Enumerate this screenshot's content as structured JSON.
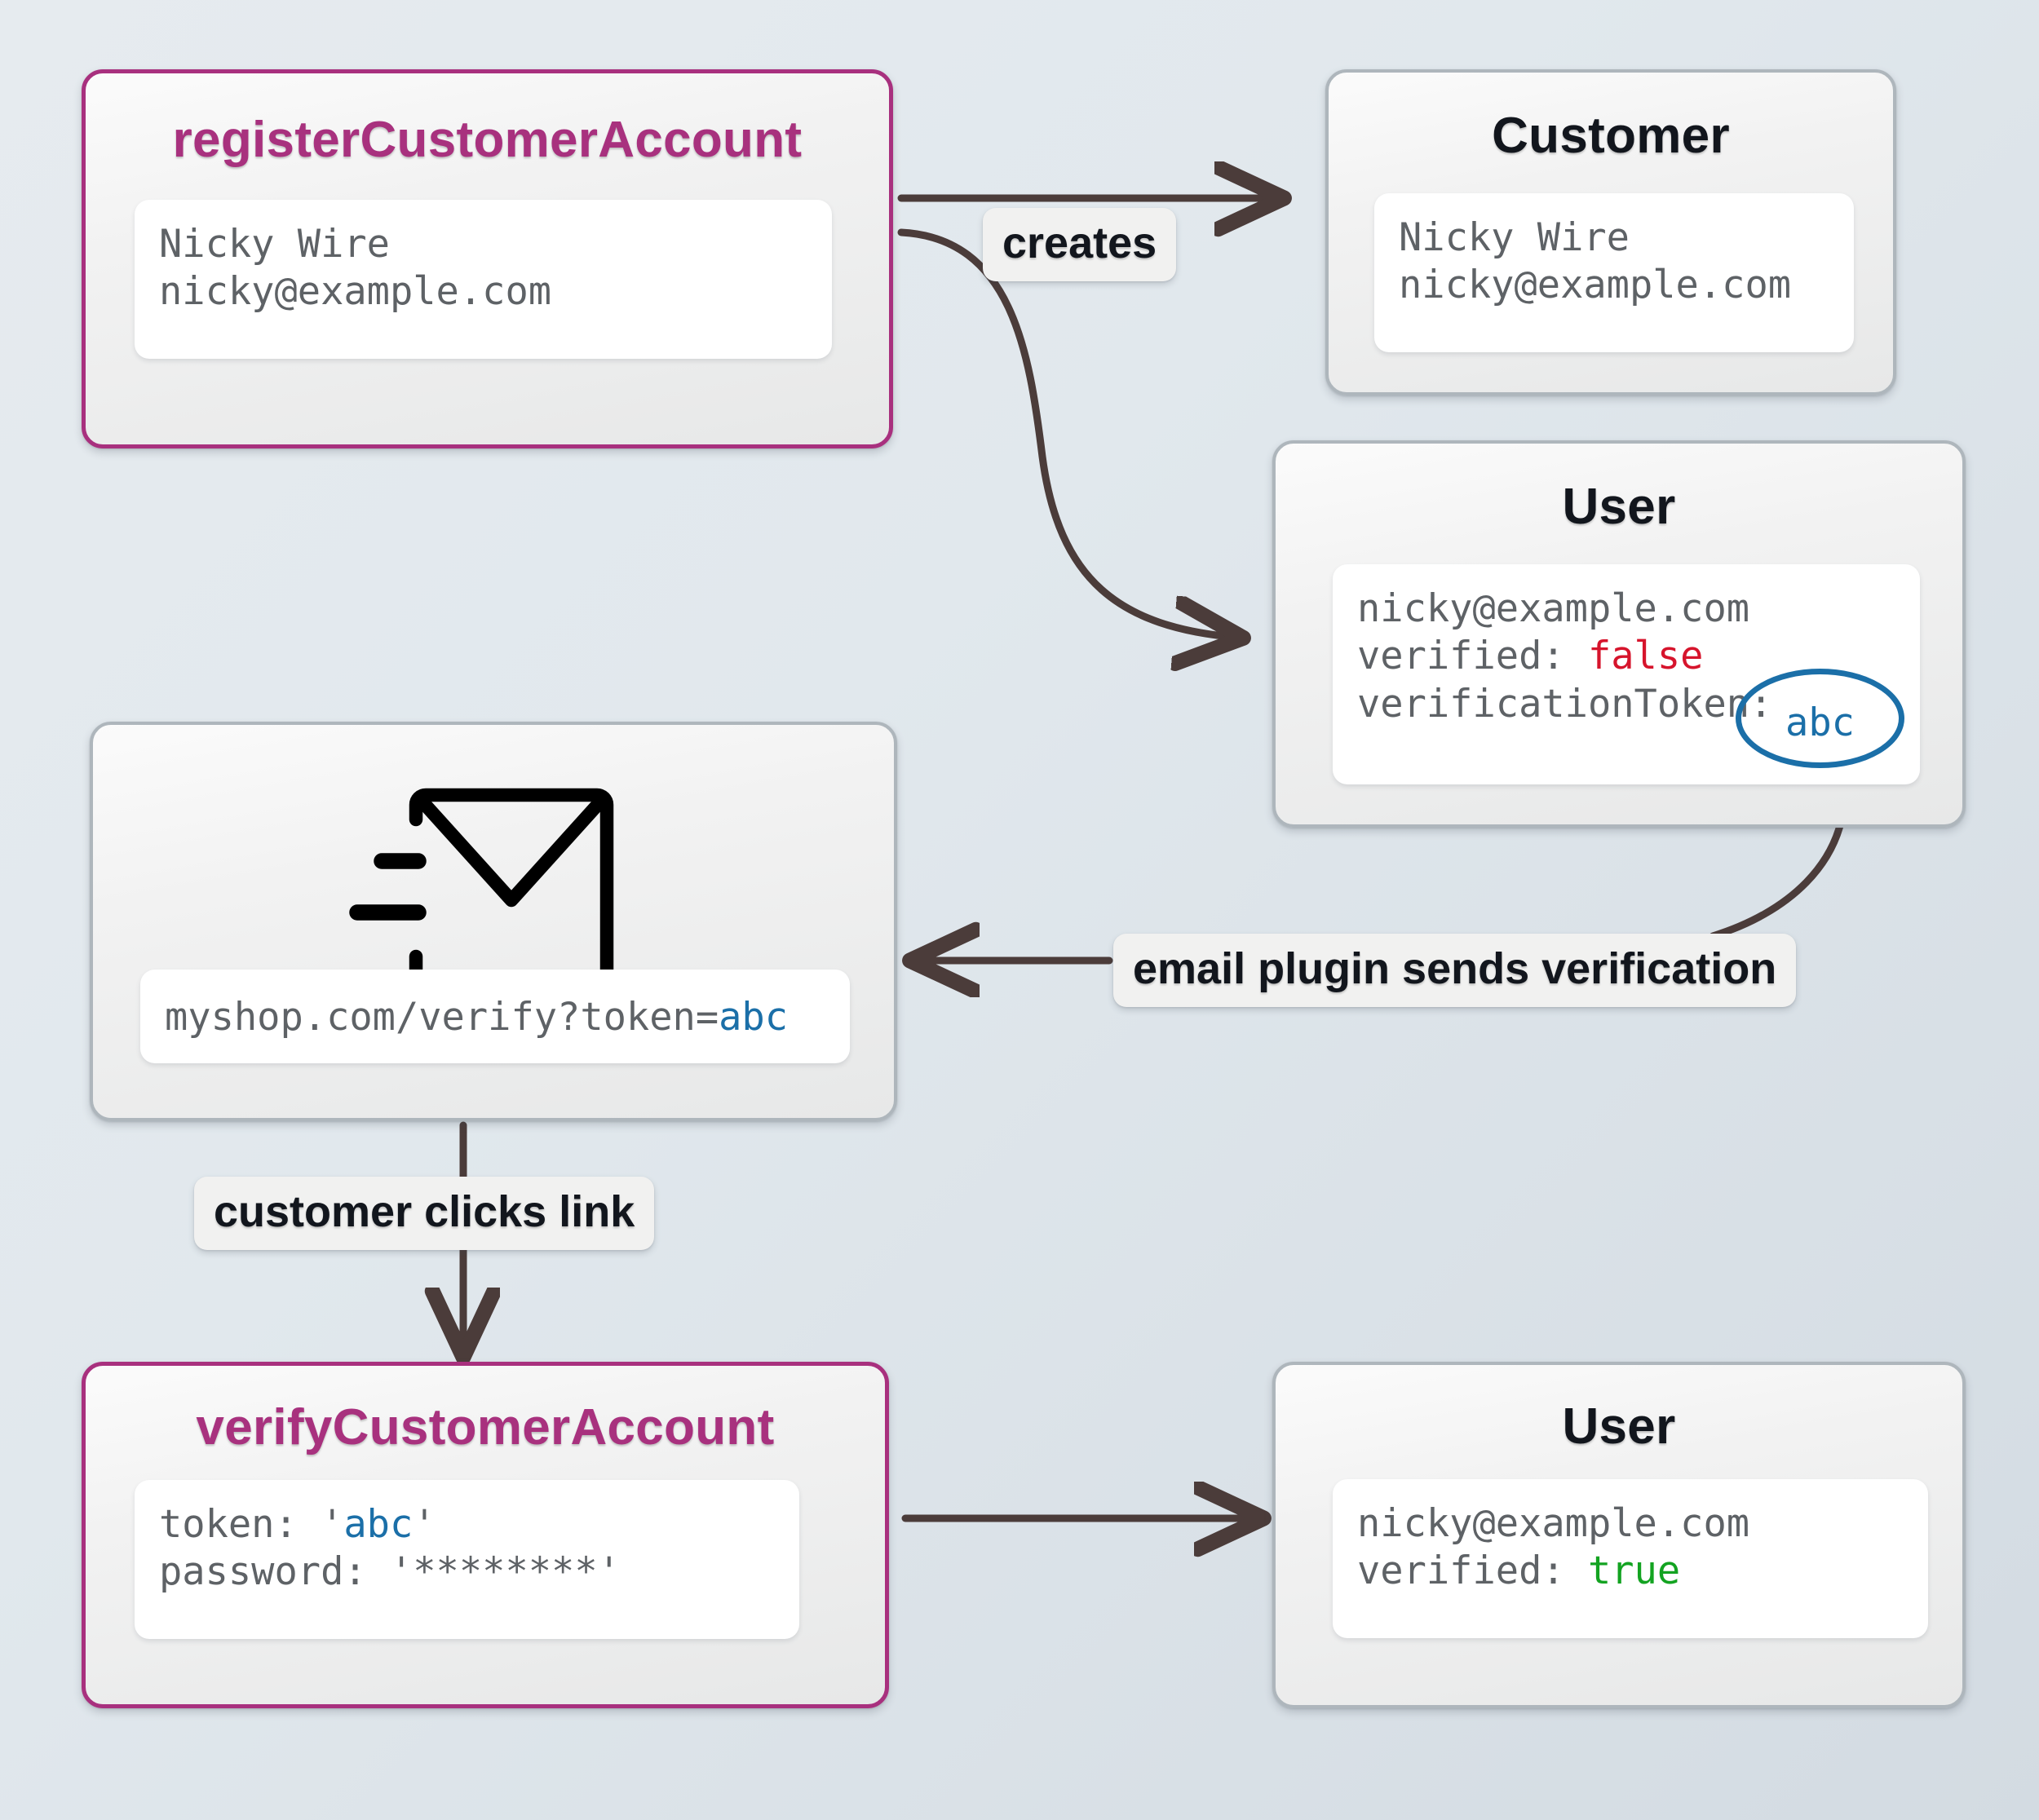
{
  "diagram": {
    "title": "customer account verification flow",
    "colors": {
      "accent_magenta": "#a8307e",
      "edge": "#4b3c3a",
      "token_blue": "#1b6fa8",
      "false_red": "#d6142c",
      "true_green": "#13a321",
      "node_border_gray": "#aeb6bc",
      "background": "#e1e8ed"
    }
  },
  "nodes": {
    "register": {
      "title": "registerCustomerAccount",
      "lines": [
        "Nicky Wire",
        "nicky@example.com"
      ]
    },
    "customer": {
      "title": "Customer",
      "lines": [
        "Nicky Wire",
        "nicky@example.com"
      ]
    },
    "user_unverified": {
      "title": "User",
      "email": "nicky@example.com",
      "verified_key": "verified: ",
      "verified_value": "false",
      "token_key": "verificationToken:",
      "token_value": "abc"
    },
    "email": {
      "icon": "envelope-send-icon",
      "url_prefix": "myshop.com/verify?token=",
      "url_token": "abc"
    },
    "verify": {
      "title": "verifyCustomerAccount",
      "token_key": "token: ",
      "token_quote_open": "'",
      "token_value": "abc",
      "token_quote_close": "'",
      "password_line": "password: '********'"
    },
    "user_verified": {
      "title": "User",
      "email": "nicky@example.com",
      "verified_key": "verified: ",
      "verified_value": "true"
    }
  },
  "edges": [
    {
      "id": "creates",
      "label": "creates",
      "from": "register",
      "to": "customer"
    },
    {
      "id": "creates-user",
      "label": "",
      "from": "register",
      "to": "user_unverified"
    },
    {
      "id": "email-plugin",
      "label": "email plugin sends verification",
      "from": "user_unverified",
      "to": "email"
    },
    {
      "id": "clicks",
      "label": "customer clicks link",
      "from": "email",
      "to": "verify"
    },
    {
      "id": "verified",
      "label": "",
      "from": "verify",
      "to": "user_verified"
    }
  ]
}
